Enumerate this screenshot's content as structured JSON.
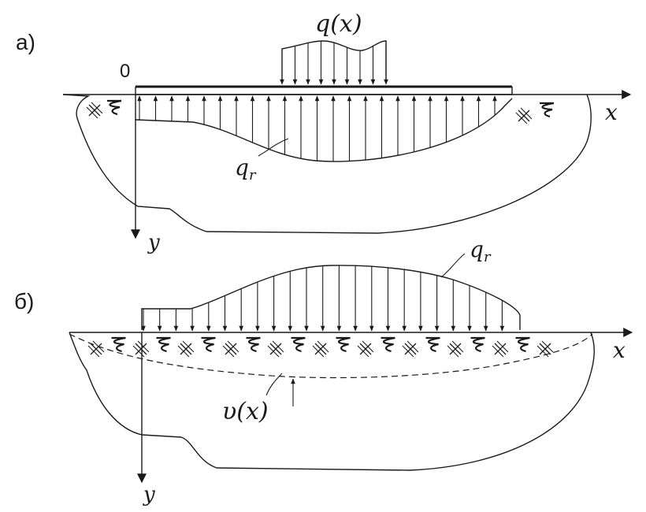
{
  "panel_a": {
    "label": "a)",
    "origin_label": "0",
    "load_label": "q(x)",
    "reaction_label": "q",
    "reaction_sub": "r",
    "x_axis": "x",
    "y_axis": "y"
  },
  "panel_b": {
    "label": "б)",
    "load_label": "q",
    "load_sub": "r",
    "deflection_label": "υ(x)",
    "x_axis": "x",
    "y_axis": "y"
  },
  "colors": {
    "ink": "#1a1a1a",
    "background": "#ffffff"
  }
}
